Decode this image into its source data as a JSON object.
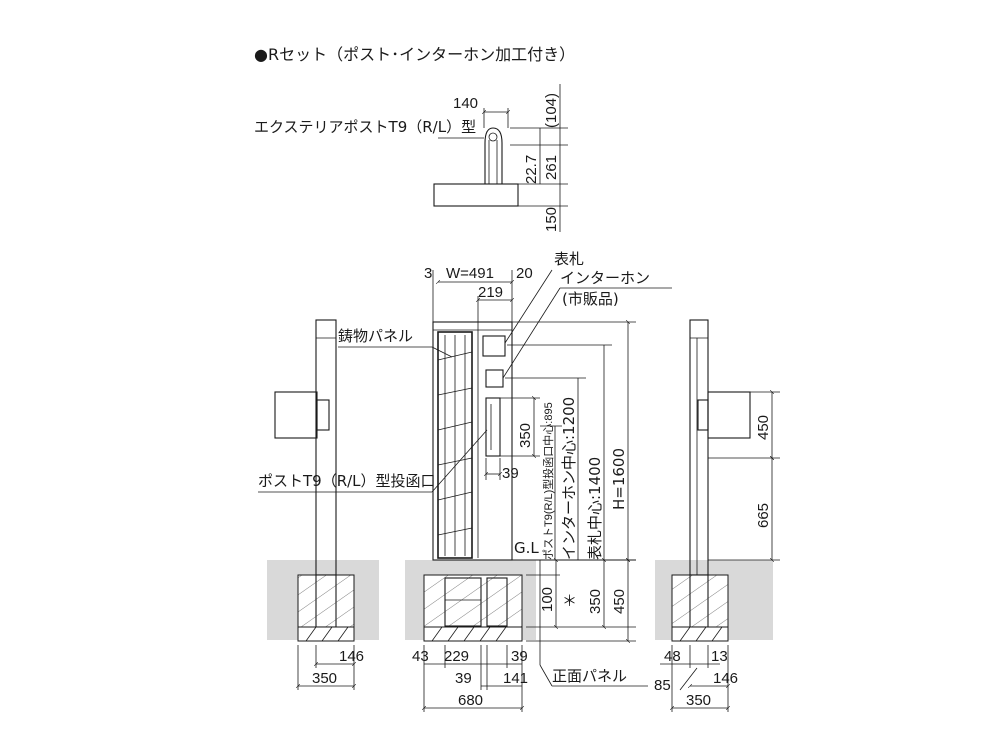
{
  "title": "●Rセット（ポスト･インターホン加工付き）",
  "colors": {
    "line": "#1a1a1a",
    "ground": "#d9d9d9",
    "background": "#ffffff"
  },
  "top_view": {
    "post_label": "エクステリアポストT9（R/L）型",
    "dim_140": "140",
    "dim_104": "(104)",
    "dim_22_7": "22.7",
    "dim_261": "261",
    "dim_150": "150"
  },
  "front_view": {
    "dim_3": "3",
    "dim_w": "W=491",
    "dim_20": "20",
    "dim_219": "219",
    "label_nameplate": "表札",
    "label_intercom": "インターホン",
    "label_intercom_sub": "(市販品)",
    "label_cast_panel": "鋳物パネル",
    "label_post_slot": "ポストT9（R/L）型投函口",
    "dim_350": "350",
    "dim_39": "39",
    "label_slot_center": "ポストT9(R/L)型投函口中心:895",
    "label_intercom_center": "インターホン中心:1200",
    "label_nameplate_center": "表札中心:1400",
    "label_h": "H=1600",
    "label_gl": "G.L",
    "dim_100": "100",
    "asterisk": "＊",
    "dim_350_below": "350",
    "dim_450": "450",
    "label_front_panel": "正面パネル",
    "base_dims": [
      "43",
      "229",
      "39",
      "39",
      "141",
      "680"
    ]
  },
  "left_side": {
    "dim_146": "146",
    "dim_350": "350"
  },
  "right_side": {
    "dim_450": "450",
    "dim_665": "665",
    "dim_48": "48",
    "dim_13": "13",
    "dim_85": "85",
    "dim_146": "146",
    "dim_350": "350"
  }
}
